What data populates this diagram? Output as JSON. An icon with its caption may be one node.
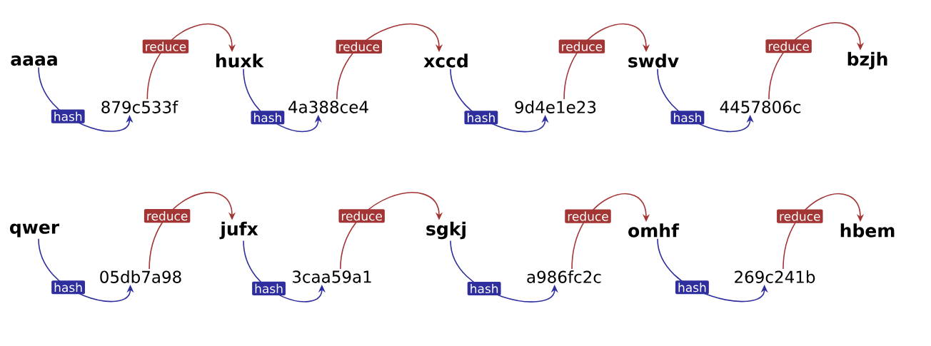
{
  "diagram": {
    "nodes": [
      {
        "text": [
          "aaaa"
        ]
      },
      {
        "text": [
          "879c533f"
        ]
      },
      {
        "text": [
          "huxk"
        ]
      },
      {
        "text": [
          "4a388ce4"
        ]
      },
      {
        "text": [
          "xccd"
        ]
      },
      {
        "text": [
          "9d4e1e23"
        ]
      },
      {
        "text": [
          "swdv"
        ]
      },
      {
        "text": [
          "4457806c"
        ]
      },
      {
        "text": [
          "bzjh"
        ]
      },
      {
        "text": [
          "qwer"
        ]
      },
      {
        "text": [
          "05db7a98"
        ]
      },
      {
        "text": [
          "jufx"
        ]
      },
      {
        "text": [
          "3caa59a1"
        ]
      },
      {
        "text": [
          "sgkj"
        ]
      },
      {
        "text": [
          "a986fc2c"
        ]
      },
      {
        "text": [
          "omhf"
        ]
      },
      {
        "text": [
          "269c241b"
        ]
      },
      {
        "text": [
          "hbem"
        ]
      }
    ],
    "edges": [
      {
        "from": 0,
        "to": 1,
        "arrow": "to",
        "label": "hash",
        "color": "#2e2e9e"
      },
      {
        "from": 1,
        "to": 2,
        "arrow": "to",
        "label": "reduce",
        "color": "#a33535"
      },
      {
        "from": 2,
        "to": 3,
        "arrow": "to",
        "label": "hash",
        "color": "#2e2e9e"
      },
      {
        "from": 3,
        "to": 4,
        "arrow": "to",
        "label": "reduce",
        "color": "#a33535"
      },
      {
        "from": 4,
        "to": 5,
        "arrow": "to",
        "label": "hash",
        "color": "#2e2e9e"
      },
      {
        "from": 5,
        "to": 6,
        "arrow": "to",
        "label": "reduce",
        "color": "#a33535"
      },
      {
        "from": 6,
        "to": 7,
        "arrow": "to",
        "label": "hash",
        "color": "#2e2e9e"
      },
      {
        "from": 7,
        "to": 8,
        "arrow": "to",
        "label": "reduce",
        "color": "#a33535"
      },
      {
        "from": 9,
        "to": 10,
        "arrow": "to",
        "label": "hash",
        "color": "#2e2e9e"
      },
      {
        "from": 10,
        "to": 11,
        "arrow": "to",
        "label": "reduce",
        "color": "#a33535"
      },
      {
        "from": 11,
        "to": 12,
        "arrow": "to",
        "label": "hash",
        "color": "#2e2e9e"
      },
      {
        "from": 12,
        "to": 13,
        "arrow": "to",
        "label": "reduce",
        "color": "#a33535"
      },
      {
        "from": 13,
        "to": 14,
        "arrow": "to",
        "label": "hash",
        "color": "#2e2e9e"
      },
      {
        "from": 14,
        "to": 15,
        "arrow": "to",
        "label": "reduce",
        "color": "#a33535"
      },
      {
        "from": 15,
        "to": 16,
        "arrow": "to",
        "label": "hash",
        "color": "#2e2e9e"
      },
      {
        "from": 16,
        "to": 17,
        "arrow": "to",
        "label": "reduce",
        "color": "#a33535"
      }
    ]
  }
}
